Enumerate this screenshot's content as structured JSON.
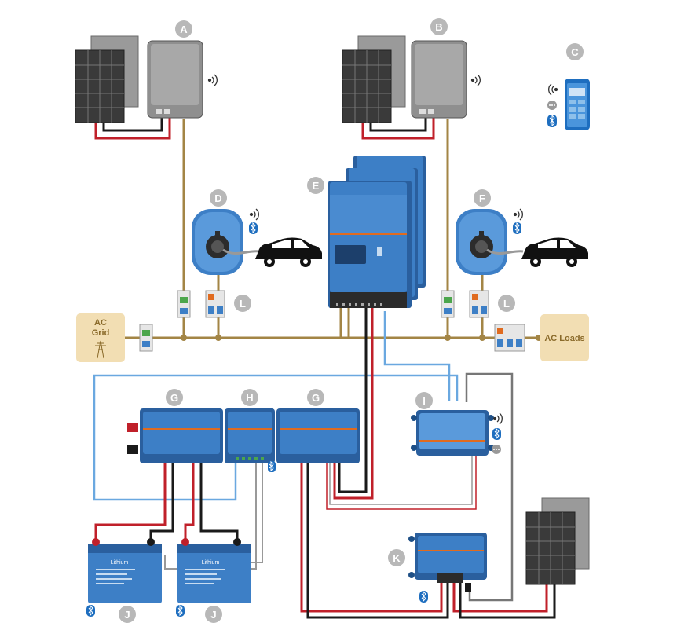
{
  "colors": {
    "marker": "#b8b8b8",
    "victron_blue": "#3d7fc6",
    "bus_brown": "#a38545",
    "ac_box": "#f2deb3",
    "dc_red": "#c0202a",
    "dc_black": "#1a1a1a",
    "ve_can_blue": "#6aa8e0",
    "data_grey": "#777777"
  },
  "markers": {
    "A": "A",
    "B": "B",
    "C": "C",
    "D": "D",
    "E": "E",
    "F": "F",
    "G1": "G",
    "G2": "G",
    "H": "H",
    "I": "I",
    "J1": "J",
    "J2": "J",
    "K": "K",
    "L1": "L",
    "L2": "L"
  },
  "ac_grid": {
    "line1": "AC",
    "line2": "Grid"
  },
  "ac_loads": {
    "label": "AC Loads"
  },
  "battery_label": "Lithium",
  "icons": [
    "solar-panel-icon",
    "pv-inverter-icon",
    "smartphone-icon",
    "ev-charger-icon",
    "car-icon",
    "wifi-icon",
    "bluetooth-icon",
    "breaker-icon",
    "pylon-icon"
  ]
}
